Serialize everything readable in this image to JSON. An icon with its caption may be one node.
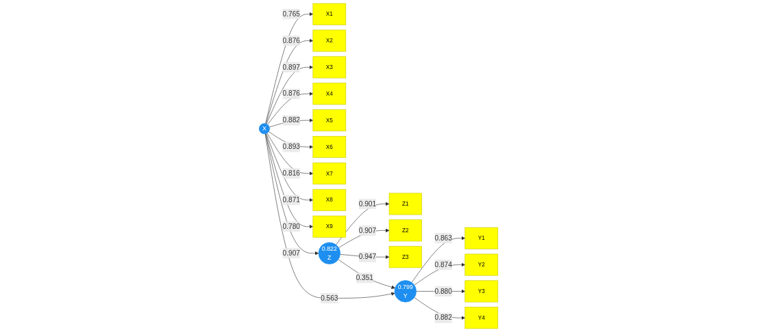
{
  "diagram": {
    "nodes": [
      {
        "text": [
          "Z1"
        ]
      },
      {
        "text": [
          "Z2"
        ]
      },
      {
        "text": [
          "Z3"
        ]
      },
      {
        "text": [
          "X1"
        ]
      },
      {
        "text": [
          "X2"
        ]
      },
      {
        "text": [
          "X3"
        ]
      },
      {
        "text": [
          "X4"
        ]
      },
      {
        "text": [
          "X5"
        ]
      },
      {
        "text": [
          "X6"
        ]
      },
      {
        "text": [
          "X7"
        ]
      },
      {
        "text": [
          "X8"
        ]
      },
      {
        "text": [
          "X9"
        ]
      },
      {
        "text": [
          "0.822",
          "Z"
        ]
      },
      {
        "text": [
          "X"
        ]
      },
      {
        "text": [
          "0.799",
          "Y"
        ]
      },
      {
        "text": [
          "Y1"
        ]
      },
      {
        "text": [
          "Y2"
        ]
      },
      {
        "text": [
          "Y3"
        ]
      },
      {
        "text": [
          "Y4"
        ]
      }
    ],
    "edges": [
      {
        "from": 13,
        "to": 3,
        "arrow": "to",
        "label": "0.765"
      },
      {
        "from": 13,
        "to": 4,
        "arrow": "to",
        "label": "0.876"
      },
      {
        "from": 13,
        "to": 5,
        "arrow": "to",
        "label": "0.897"
      },
      {
        "from": 13,
        "to": 6,
        "arrow": "to",
        "label": "0.876"
      },
      {
        "from": 13,
        "to": 7,
        "arrow": "to",
        "label": "0.882"
      },
      {
        "from": 13,
        "to": 8,
        "arrow": "to",
        "label": "0.893"
      },
      {
        "from": 13,
        "to": 9,
        "arrow": "to",
        "label": "0.816"
      },
      {
        "from": 13,
        "to": 10,
        "arrow": "to",
        "label": "0.871"
      },
      {
        "from": 13,
        "to": 11,
        "arrow": "to",
        "label": "0.780"
      },
      {
        "from": 12,
        "to": 0,
        "arrow": "to",
        "label": "0.901"
      },
      {
        "from": 12,
        "to": 1,
        "arrow": "to",
        "label": "0.907"
      },
      {
        "from": 12,
        "to": 2,
        "arrow": "to",
        "label": "0.947"
      },
      {
        "from": 13,
        "to": 12,
        "arrow": "to",
        "label": "0.907"
      },
      {
        "from": 12,
        "to": 14,
        "arrow": "to",
        "label": "0.351"
      },
      {
        "from": 13,
        "to": 14,
        "arrow": "to",
        "label": "0.563"
      },
      {
        "from": 14,
        "to": 15,
        "arrow": "to",
        "label": "0.863"
      },
      {
        "from": 14,
        "to": 16,
        "arrow": "to",
        "label": "0.874"
      },
      {
        "from": 14,
        "to": 17,
        "arrow": "to",
        "label": "0.880"
      },
      {
        "from": 14,
        "to": 18,
        "arrow": "to",
        "label": "0.882"
      }
    ]
  }
}
